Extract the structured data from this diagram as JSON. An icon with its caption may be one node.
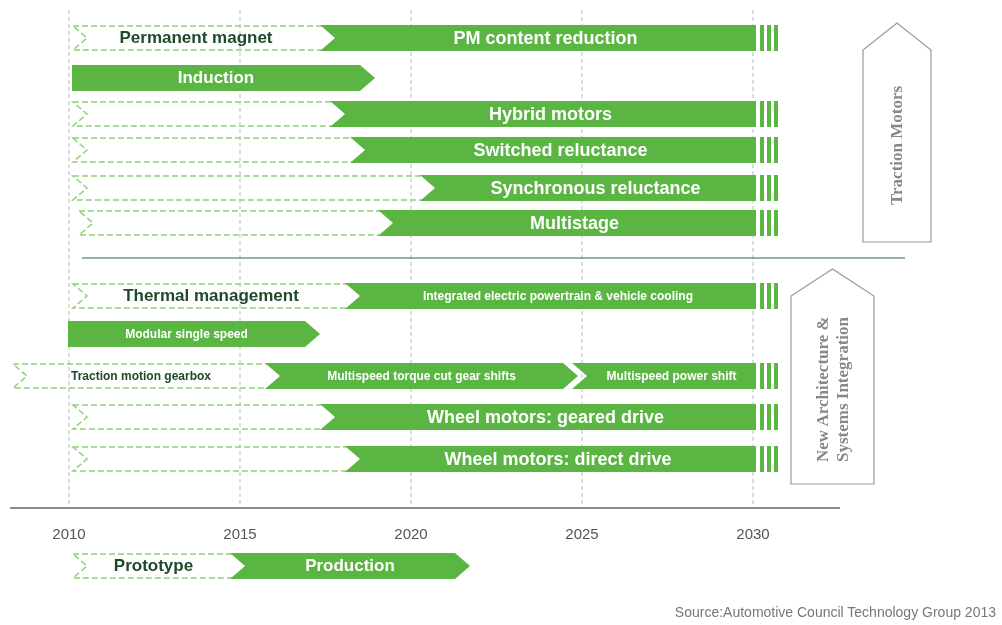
{
  "diagram": {
    "caption": "Source:Automotive Council Technology Group 2013",
    "nodes": [
      {
        "text": [
          "Permanent magnet"
        ]
      },
      {
        "text": [
          "PM content reduction"
        ]
      },
      {
        "text": [
          "Traction Motors"
        ]
      },
      {
        "text": [
          "Induction"
        ]
      },
      {
        "text": [],
        "shape": "arrow"
      },
      {
        "text": [
          "Hybrid motors"
        ]
      },
      {
        "text": [],
        "shape": "arrow"
      },
      {
        "text": [
          "Switched reluctance"
        ]
      },
      {
        "text": [],
        "shape": "arrow"
      },
      {
        "text": [
          "Synchronous reluctance"
        ]
      },
      {
        "text": [],
        "shape": "arrow"
      },
      {
        "text": [
          "Multistage"
        ]
      },
      {
        "text": [
          "Thermal management"
        ]
      },
      {
        "text": [
          "Integrated electric powertrain & vehicle cooling"
        ]
      },
      {
        "text": [
          "New Architecture & Systems Integration"
        ]
      },
      {
        "text": [
          "Modular single speed"
        ]
      },
      {
        "text": [
          "Traction motion gearbox"
        ]
      },
      {
        "text": [
          "Multispeed torque cut gear shifts"
        ]
      },
      {
        "text": [
          "Multispeed power shift"
        ]
      },
      {
        "text": [],
        "shape": "arrow"
      },
      {
        "text": [
          "Wheel motors: geared drive"
        ]
      },
      {
        "text": [],
        "shape": "arrow"
      },
      {
        "text": [
          "Wheel motors: direct drive"
        ]
      }
    ],
    "edges": [],
    "labels": [
      "2010",
      "2015",
      "2020",
      "2025",
      "2030"
    ],
    "legend": [
      {
        "text": "Prototype"
      },
      {
        "text": "Production"
      }
    ]
  }
}
